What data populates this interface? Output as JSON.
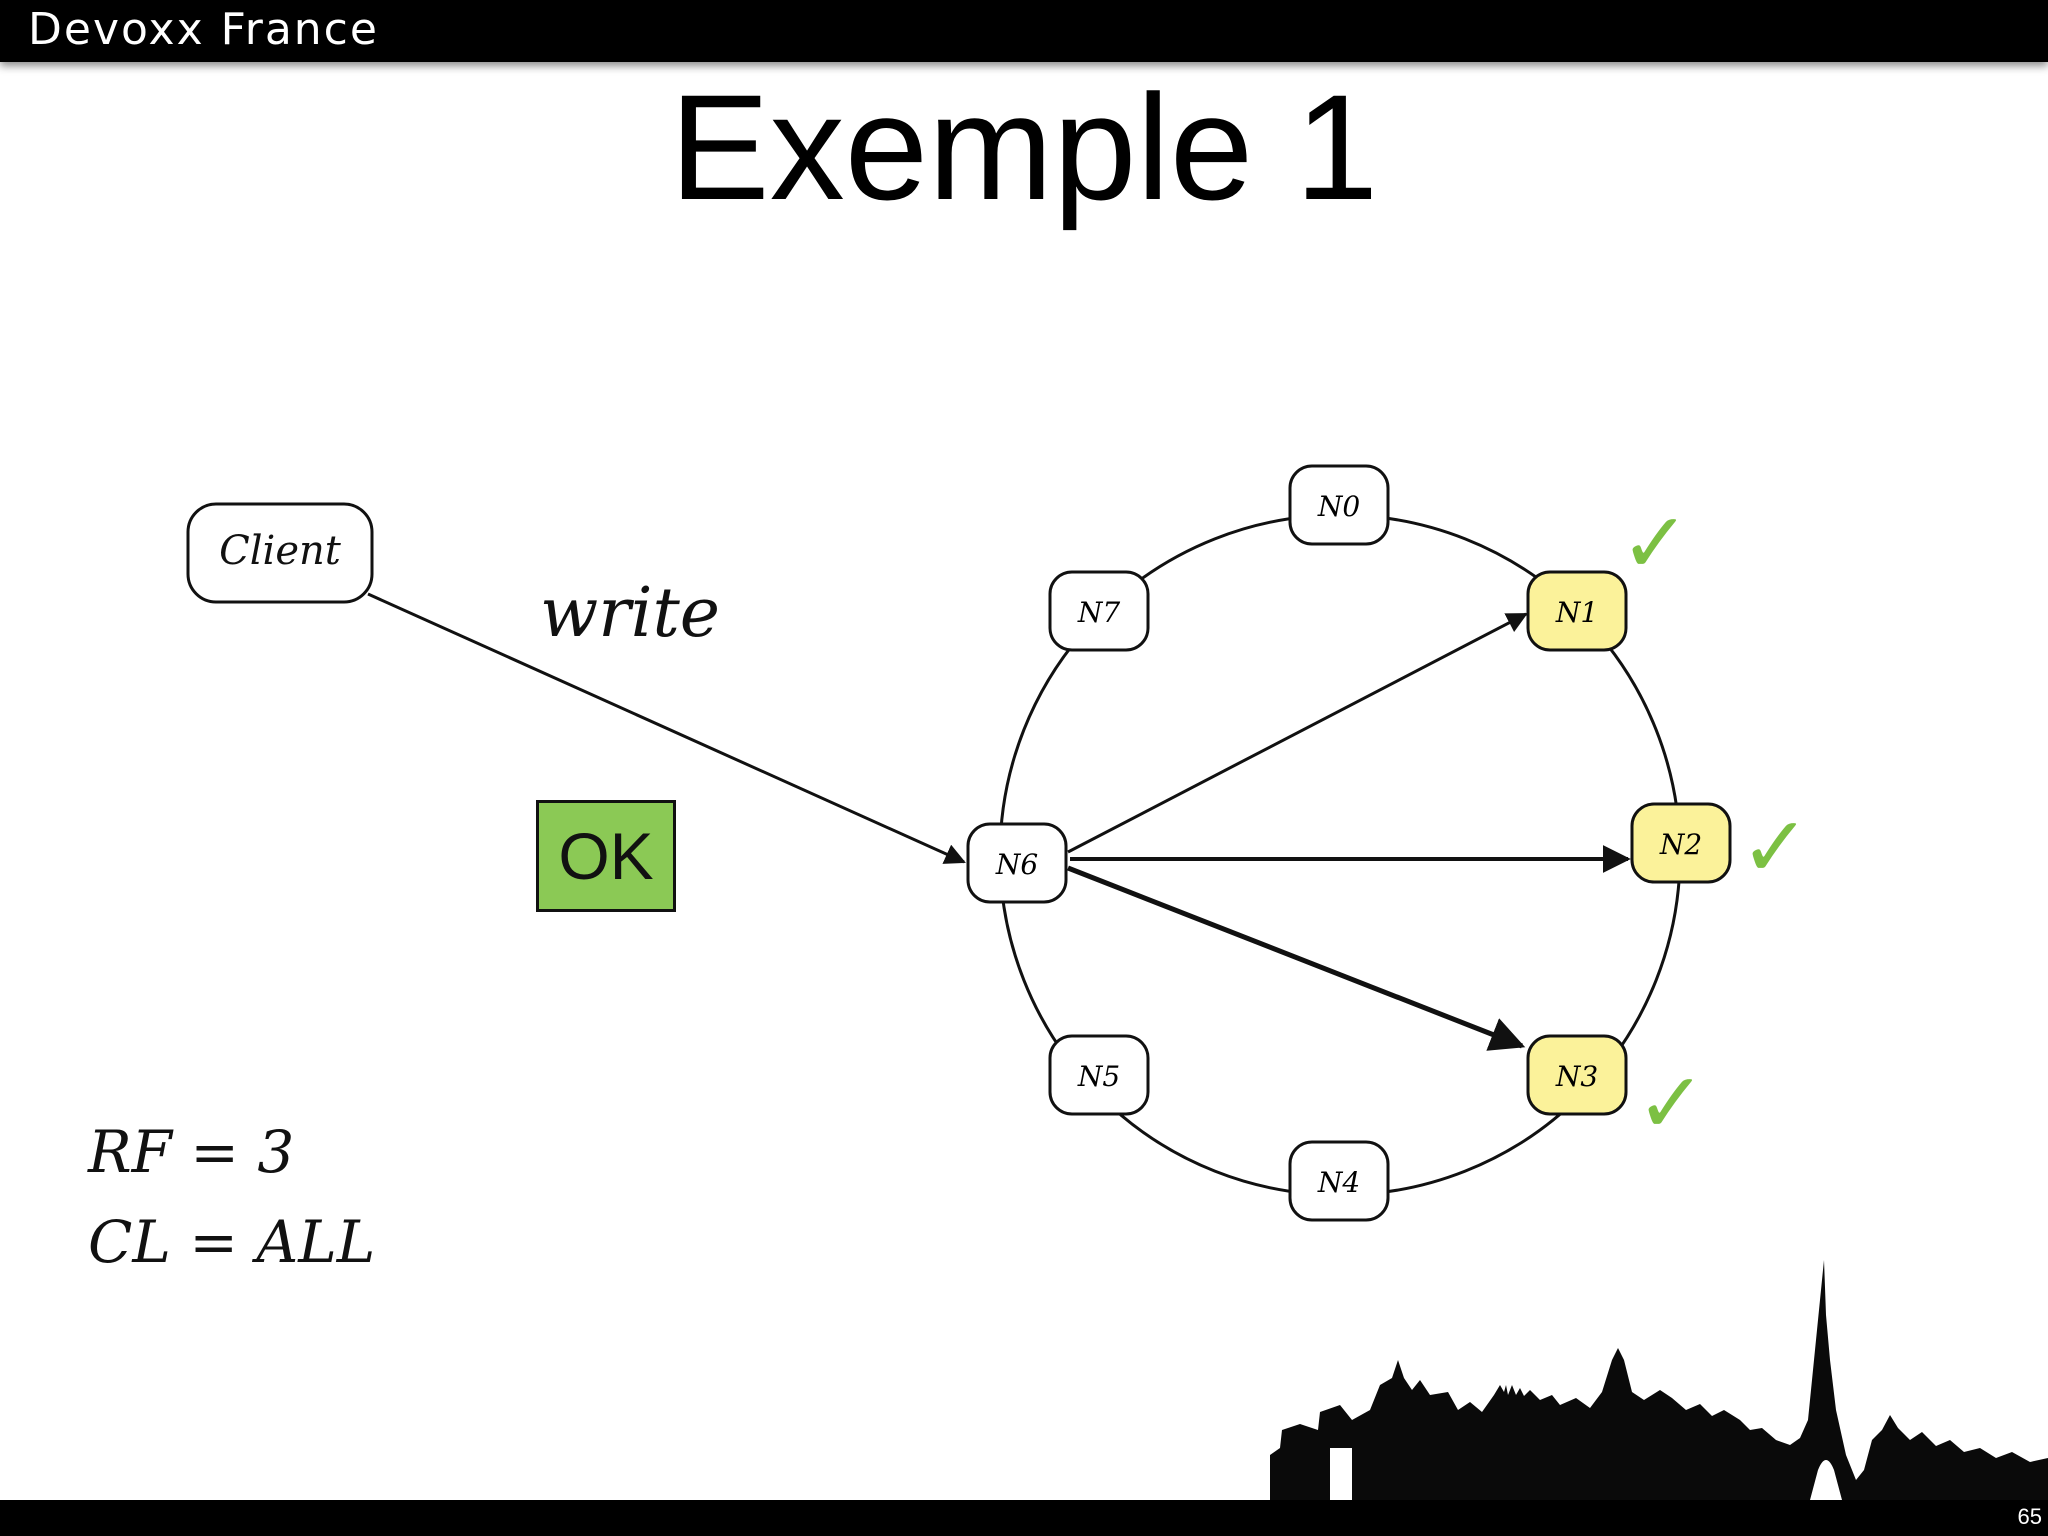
{
  "header": {
    "brand": "Devoxx France"
  },
  "slide": {
    "title": "Exemple 1",
    "page_number": "65"
  },
  "diagram": {
    "client_label": "Client",
    "write_label": "write",
    "ok_label": "OK",
    "nodes": [
      "N0",
      "N1",
      "N2",
      "N3",
      "N4",
      "N5",
      "N6",
      "N7"
    ],
    "coordinator": "N6",
    "replicas": [
      "N1",
      "N2",
      "N3"
    ],
    "acknowledged": [
      "N1",
      "N2",
      "N3"
    ],
    "check_mark": "✓",
    "colors": {
      "replica_fill": "#fbf29a",
      "node_fill": "#ffffff",
      "ok_fill": "#8bc955",
      "check": "#7cc043"
    }
  },
  "params": {
    "rf": "RF = 3",
    "cl": "CL = ALL"
  }
}
